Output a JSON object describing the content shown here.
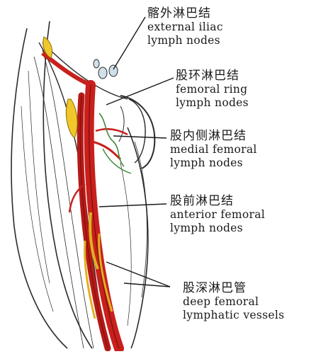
{
  "figure": {
    "colors": {
      "vessel": "#c8201c",
      "vessel_dark": "#7a0d0b",
      "node": "#f0c72a",
      "outline": "#2b2b2b",
      "background": "#ffffff"
    }
  },
  "labels": [
    {
      "id": "external-iliac",
      "zh": "髂外淋巴结",
      "en": [
        "external iliac",
        "lymph nodes"
      ]
    },
    {
      "id": "femoral-ring",
      "zh": "股环淋巴结",
      "en": [
        "femoral ring",
        "lymph nodes"
      ]
    },
    {
      "id": "medial-femoral",
      "zh": "股内侧淋巴结",
      "en": [
        "medial femoral",
        "lymph nodes"
      ]
    },
    {
      "id": "anterior-femoral",
      "zh": "股前淋巴结",
      "en": [
        "anterior femoral",
        "lymph nodes"
      ]
    },
    {
      "id": "deep-femoral",
      "zh": "股深淋巴管",
      "en": [
        "deep femoral",
        "lymphatic vessels"
      ]
    }
  ]
}
